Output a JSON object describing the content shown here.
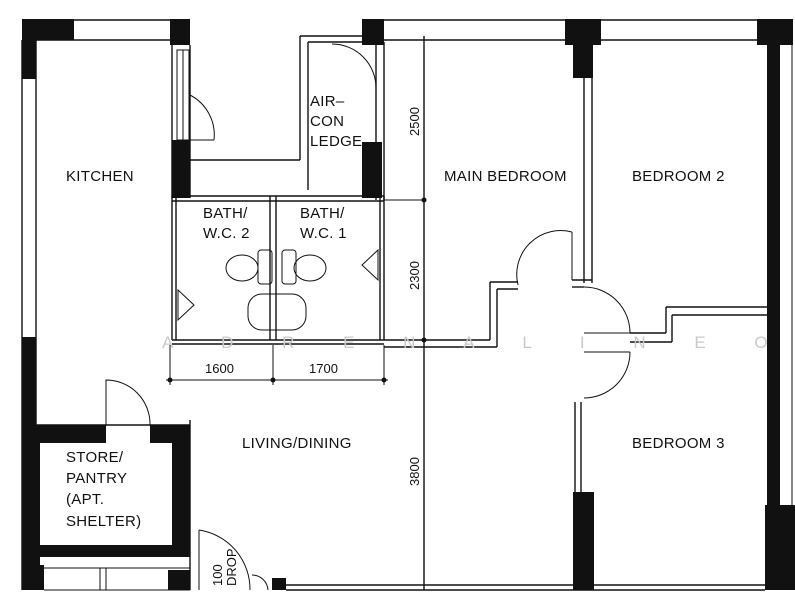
{
  "rooms": {
    "kitchen": "KITCHEN",
    "aircon": [
      "AIR–",
      "CON",
      "LEDGE"
    ],
    "bath2": [
      "BATH/",
      "W.C. 2"
    ],
    "bath1": [
      "BATH/",
      "W.C. 1"
    ],
    "main_bedroom": "MAIN BEDROOM",
    "bedroom2": "BEDROOM 2",
    "bedroom3": "BEDROOM 3",
    "living_dining": "LIVING/DINING",
    "store": [
      "STORE/",
      "PANTRY",
      "(APT.",
      "SHELTER)"
    ],
    "refuse_chute": [
      "100",
      "DROP"
    ]
  },
  "dimensions": {
    "d2500": "2500",
    "d2300": "2300",
    "d3800": "3800",
    "d1600": "1600",
    "d1700": "1700"
  },
  "watermark": "A D R E N A L I N E O N"
}
